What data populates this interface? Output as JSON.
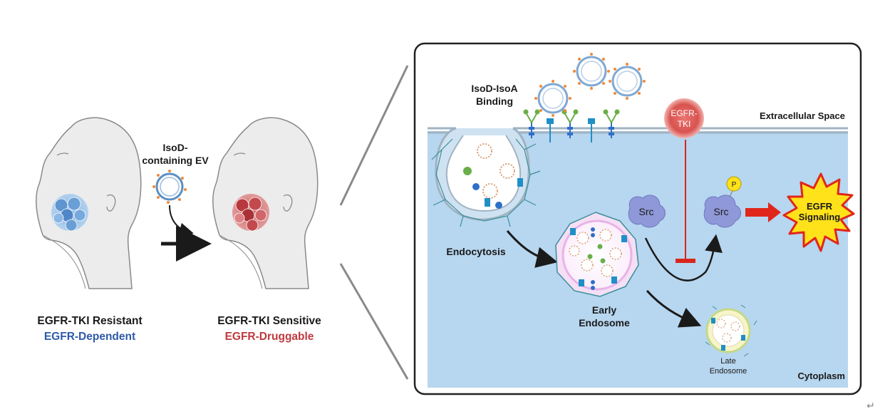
{
  "left": {
    "ev_label_line1": "IsoD-",
    "ev_label_line2": "containing EV",
    "resistant_title": "EGFR-TKI Resistant",
    "resistant_sub": "EGFR-Dependent",
    "sensitive_title": "EGFR-TKI Sensitive",
    "sensitive_sub": "EGFR-Druggable"
  },
  "panel": {
    "binding_line1": "IsoD-IsoA",
    "binding_line2": "Binding",
    "extracellular": "Extracellular Space",
    "tki_line1": "EGFR-",
    "tki_line2": "TKI",
    "endocytosis": "Endocytosis",
    "src_left": "Src",
    "src_right": "Src",
    "phospho": "P",
    "early_line1": "Early",
    "early_line2": "Endosome",
    "late_line1": "Late",
    "late_line2": "Endosome",
    "signal_line1": "EGFR",
    "signal_line2": "Signaling",
    "cytoplasm": "Cytoplasm"
  },
  "colors": {
    "resistant_blue": "#2e5aa8",
    "sensitive_red": "#c0393f",
    "cytoplasm_fill": "#b7d6ef",
    "tki_red": "#d9534f",
    "src_purple": "#8f98d8",
    "signal_yellow": "#ffe21a",
    "signal_arrow": "#e0261b"
  },
  "extra": {
    "return_glyph": "↵"
  }
}
